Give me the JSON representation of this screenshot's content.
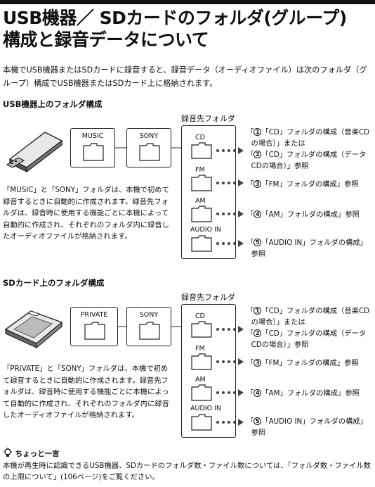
{
  "title": {
    "line1": "USB機器／ SDカードのフォルダ(グループ)",
    "line2": "構成と録音データについて"
  },
  "intro": "本機でUSB機器またはSDカードに録音すると、録音データ（オーディオファイル）は次のフォルダ（グループ）構成でUSB機器またはSDカード上に格納されます。",
  "usb": {
    "heading": "USB機器上のフォルダ構成",
    "dest_label": "録音先フォルダ",
    "folder1": "MUSIC",
    "folder2": "SONY",
    "description": "「MUSIC」と「SONY」フォルダは、本機で初めて録音するときに自動的に作成されます。録音先フォルダは、録音時に使用する機能ごとに本機によって自動的に作成され、それぞれのフォルダ内に録音したオーディオファイルが格納されます。",
    "dests": [
      "CD",
      "FM",
      "AM",
      "AUDIO IN"
    ]
  },
  "sd": {
    "heading": "SDカード上のフォルダ構成",
    "dest_label": "録音先フォルダ",
    "folder1": "PRIVATE",
    "folder2": "SONY",
    "description": "「PRIVATE」と「SONY」フォルダは、本機で初めて録音するときに自動的に作成されます。録音先フォルダは、録音時に使用する機能ごとに本機によって自動的に作成され、それぞれのフォルダ内に録音したオーディオファイルが格納されます。",
    "dests": [
      "CD",
      "FM",
      "AM",
      "AUDIO IN"
    ]
  },
  "refs": {
    "cd1_a": "「CD」フォルダの構成（音楽CD",
    "cd1_b": "の場合）」または",
    "cd2_a": "「CD」フォルダの構成（データ",
    "cd2_b": "CDの場合）」参照",
    "fm": "「FM」フォルダの構成」参照",
    "am": "「AM」フォルダの構成」参照",
    "audio_a": "「AUDIO IN」フォルダの構成」",
    "audio_b": "参照",
    "open": "「",
    "n1": "1",
    "n2": "2",
    "n3": "3",
    "n4": "4",
    "n5": "5"
  },
  "tip": {
    "heading": "ちょっと一言",
    "text": "本機が再生時に認識できるUSB機器、SDカードのフォルダ数・ファイル数については、「フォルダ数・ファイル数の上限について」(106ページ)をご覧ください。"
  }
}
